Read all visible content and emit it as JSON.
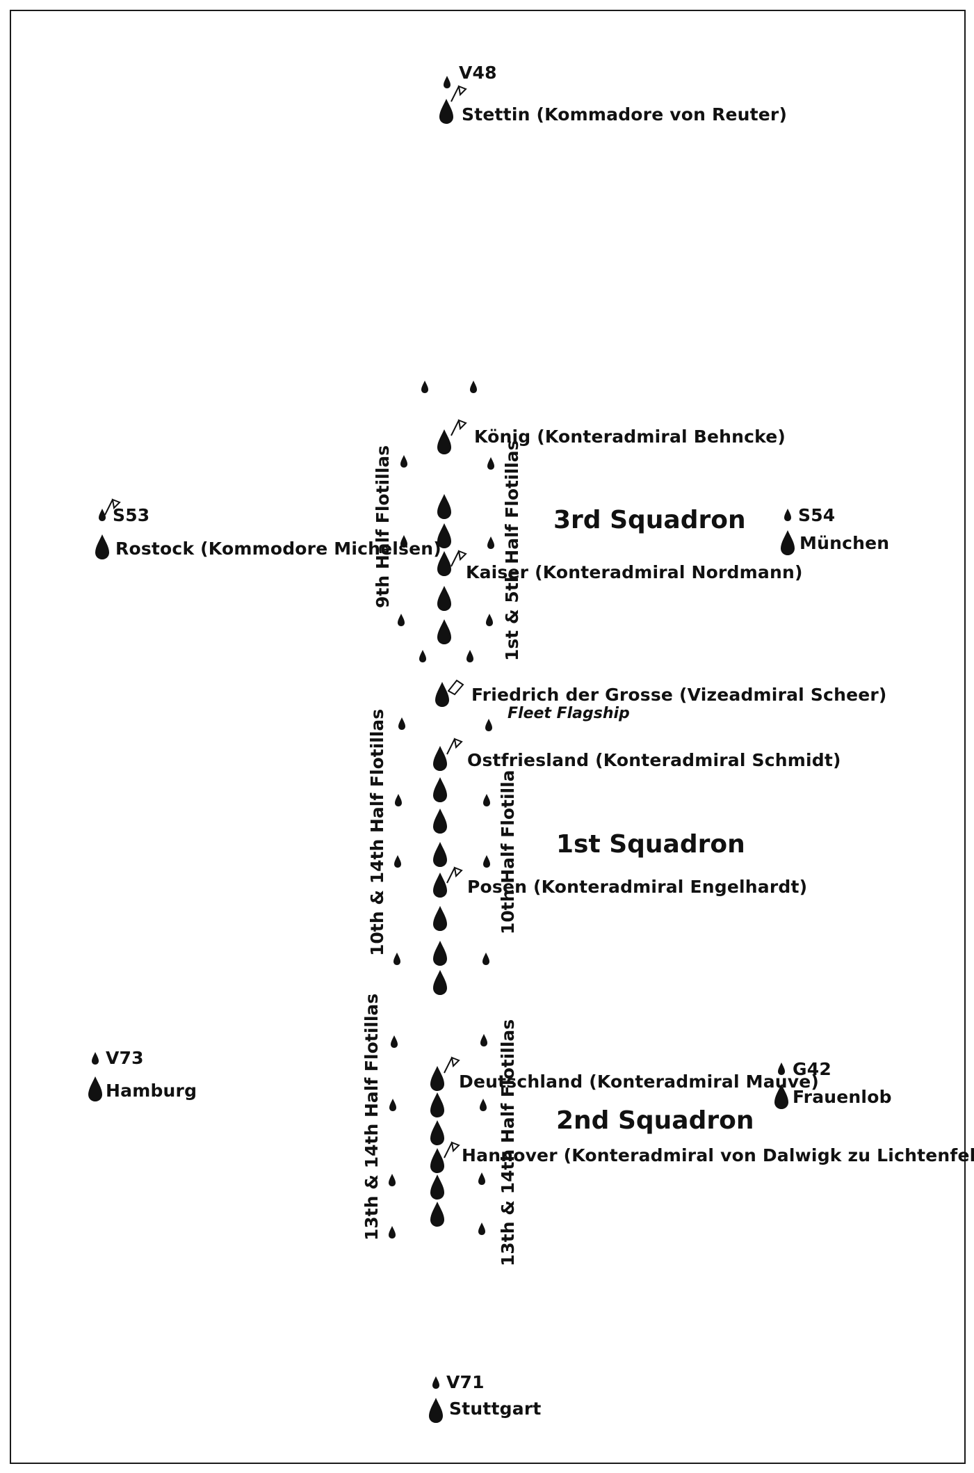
{
  "vanguard": {
    "destroyer": "V48",
    "cruiser": "Stettin (Kommadore von Reuter)"
  },
  "squadron_3": {
    "title": "3rd Squadron",
    "flagship_1": "König (Konteradmiral Behncke)",
    "flagship_2": "Kaiser (Konteradmiral Nordmann)",
    "flotilla_left": "9th Half Flotillas",
    "flotilla_right": "1st & 5th Half Flotillas"
  },
  "fleet_flagship": {
    "name": "Friedrich der Grosse (Vizeadmiral Scheer)",
    "note": "Fleet Flagship"
  },
  "squadron_1": {
    "title": "1st Squadron",
    "flagship_1": "Ostfriesland (Konteradmiral Schmidt)",
    "flagship_2": "Posen (Konteradmiral Engelhardt)",
    "flotilla_left": "10th & 14th Half Flotillas",
    "flotilla_right": "10th Half Flotilla"
  },
  "squadron_2": {
    "title": "2nd Squadron",
    "flagship_1": "Deutschland (Konteradmiral Mauve)",
    "flagship_2": "Hannover (Konteradmiral von Dalwigk zu Lichtenfels)",
    "flotilla_left": "13th & 14th Half Flotillas",
    "flotilla_right": "13th & 14th Half Flotillas"
  },
  "west_screen_1": {
    "destroyer": "S53",
    "cruiser": "Rostock (Kommodore Michelsen)"
  },
  "east_screen_1": {
    "destroyer": "S54",
    "cruiser": "München"
  },
  "west_screen_2": {
    "destroyer": "V73",
    "cruiser": "Hamburg"
  },
  "east_screen_2": {
    "destroyer": "G42",
    "cruiser": "Frauenlob"
  },
  "rearguard": {
    "destroyer": "V71",
    "cruiser": "Stuttgart"
  },
  "colors": {
    "ink": "#111111",
    "background": "#ffffff"
  }
}
